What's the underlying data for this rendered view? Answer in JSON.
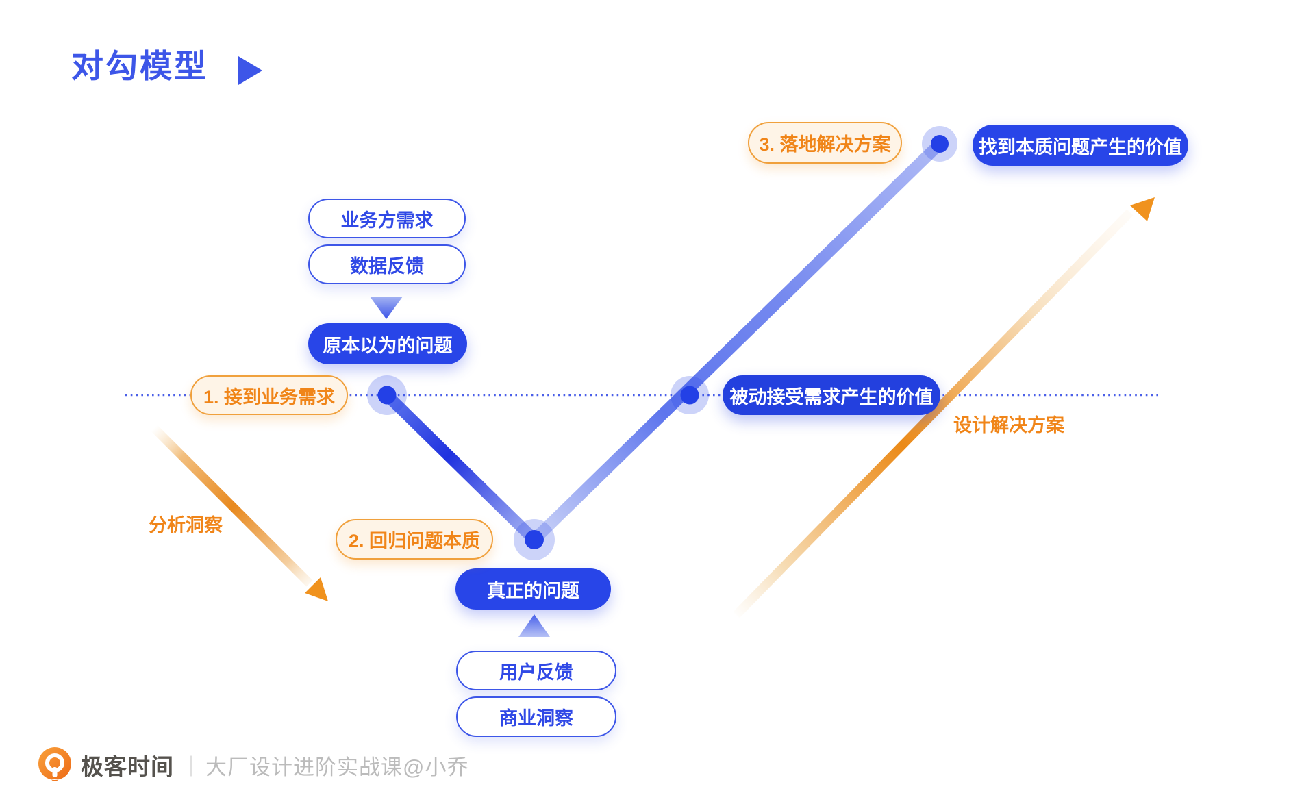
{
  "title": {
    "text": "对勾模型"
  },
  "nodes": {
    "business_demand": "业务方需求",
    "data_feedback": "数据反馈",
    "assumed_problem": "原本以为的问题",
    "real_problem": "真正的问题",
    "user_feedback": "用户反馈",
    "business_insight": "商业洞察",
    "passive_value": "被动接受需求产生的价值",
    "essential_value": "找到本质问题产生的价值"
  },
  "steps": {
    "step1": "1. 接到业务需求",
    "step2": "2. 回归问题本质",
    "step3": "3. 落地解决方案"
  },
  "annotations": {
    "analyze_insight": "分析洞察",
    "design_solution": "设计解决方案"
  },
  "footer": {
    "brand": "极客时间",
    "separator": "｜",
    "course": "大厂设计进阶实战课@小乔"
  },
  "colors": {
    "primary_blue": "#2845E8",
    "blue_border": "#3D56E8",
    "halo_blue": "#C7D0F7",
    "dotted_line_blue": "#4A5FE8",
    "orange": "#F08519",
    "orange_border": "#F0A03C",
    "cream_bg": "#FEF4E7",
    "brand_text": "#55524D",
    "footer_text": "#BBBBBB",
    "background": "#FFFFFF"
  }
}
